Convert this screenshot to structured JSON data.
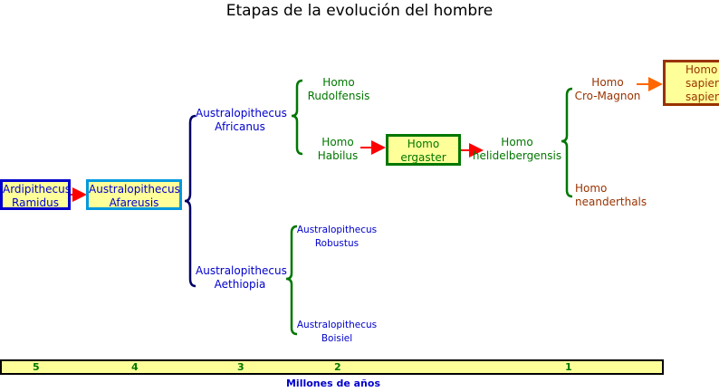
{
  "title": "Etapas de la evolución del hombre",
  "nodes": {
    "ardipithecus": {
      "line1": "Ardipithecus",
      "line2": "Ramidus"
    },
    "afareusis": {
      "line1": "Australopithecus",
      "line2": "Afareusis"
    },
    "africanus": {
      "line1": "Australopithecus",
      "line2": "Africanus"
    },
    "aethiopia": {
      "line1": "Australopithecus",
      "line2": "Aethiopia"
    },
    "rudolfensis": {
      "line1": "Homo",
      "line2": "Rudolfensis"
    },
    "habilus": {
      "line1": "Homo",
      "line2": "Habilus"
    },
    "ergaster": {
      "line1": "Homo",
      "line2": "ergaster"
    },
    "heidelbergensis": {
      "line1": "Homo",
      "line2": "helidelbergensis"
    },
    "robustus": {
      "line1": "Australopithecus",
      "line2": "Robustus"
    },
    "boisiel": {
      "line1": "Australopithecus",
      "line2": "Boisiel"
    },
    "cromagnon": {
      "line1": "Homo",
      "line2": "Cro-Magnon"
    },
    "neanderthals": {
      "line1": "Homo",
      "line2": "neanderthals"
    },
    "sapiens": {
      "line1": "Homo",
      "line2": "sapiens",
      "line3": "sapiens"
    }
  },
  "timeline": {
    "ticks": [
      "5",
      "4",
      "3",
      "2",
      "1"
    ],
    "label": "Millones de años"
  },
  "colors": {
    "box_fill": "#ffff99",
    "blue": "#0000cc",
    "green": "#007700",
    "brown": "#993300",
    "arrow_red": "#ff0000",
    "arrow_orange": "#ff6600"
  }
}
